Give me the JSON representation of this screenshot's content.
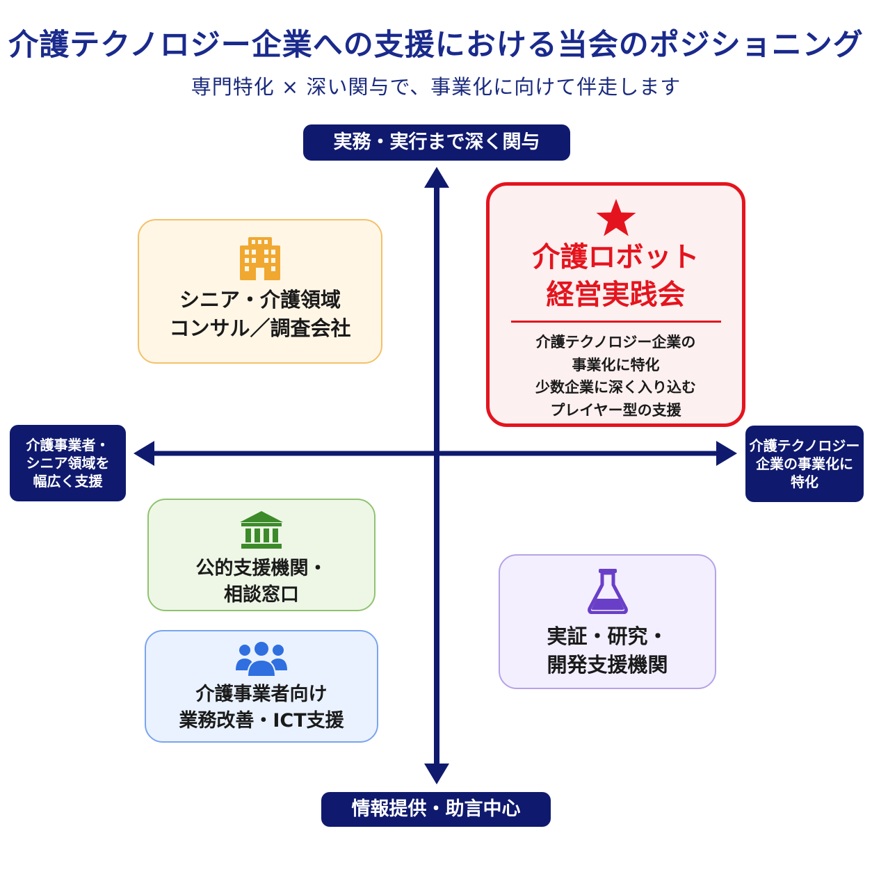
{
  "title": "介護テクノロジー企業への支援における当会のポジショニング",
  "subtitle": "専門特化 × 深い関与で、事業化に向けて伴走します",
  "axes": {
    "top_label": "実務・実行まで深く関与",
    "bottom_label": "情報提供・助言中心",
    "left_label": [
      "介護事業者・",
      "シニア領域を",
      "幅広く支援"
    ],
    "right_label": [
      "介護テクノロジー",
      "企業の事業化に",
      "特化"
    ],
    "color": "#0f1a6e"
  },
  "quadrants": {
    "consult": {
      "icon": "building-icon",
      "lines": [
        "シニア・介護領域",
        "コンサル／調査会社"
      ],
      "accent": "#f0a830"
    },
    "main": {
      "icon": "star-icon",
      "name_lines": [
        "介護ロボット",
        "経営実践会"
      ],
      "desc_lines": [
        "介護テクノロジー企業の",
        "事業化に特化",
        "少数企業に深く入り込む",
        "プレイヤー型の支援"
      ],
      "accent": "#e4141e"
    },
    "public": {
      "icon": "institution-icon",
      "lines": [
        "公的支援機関・",
        "相談窓口"
      ],
      "accent": "#3c8a2a"
    },
    "ict": {
      "icon": "people-icon",
      "lines": [
        "介護事業者向け",
        "業務改善・ICT支援"
      ],
      "accent": "#2f6fe0"
    },
    "research": {
      "icon": "flask-icon",
      "lines": [
        "実証・研究・",
        "開発支援機関"
      ],
      "accent": "#6a3fc8"
    }
  }
}
